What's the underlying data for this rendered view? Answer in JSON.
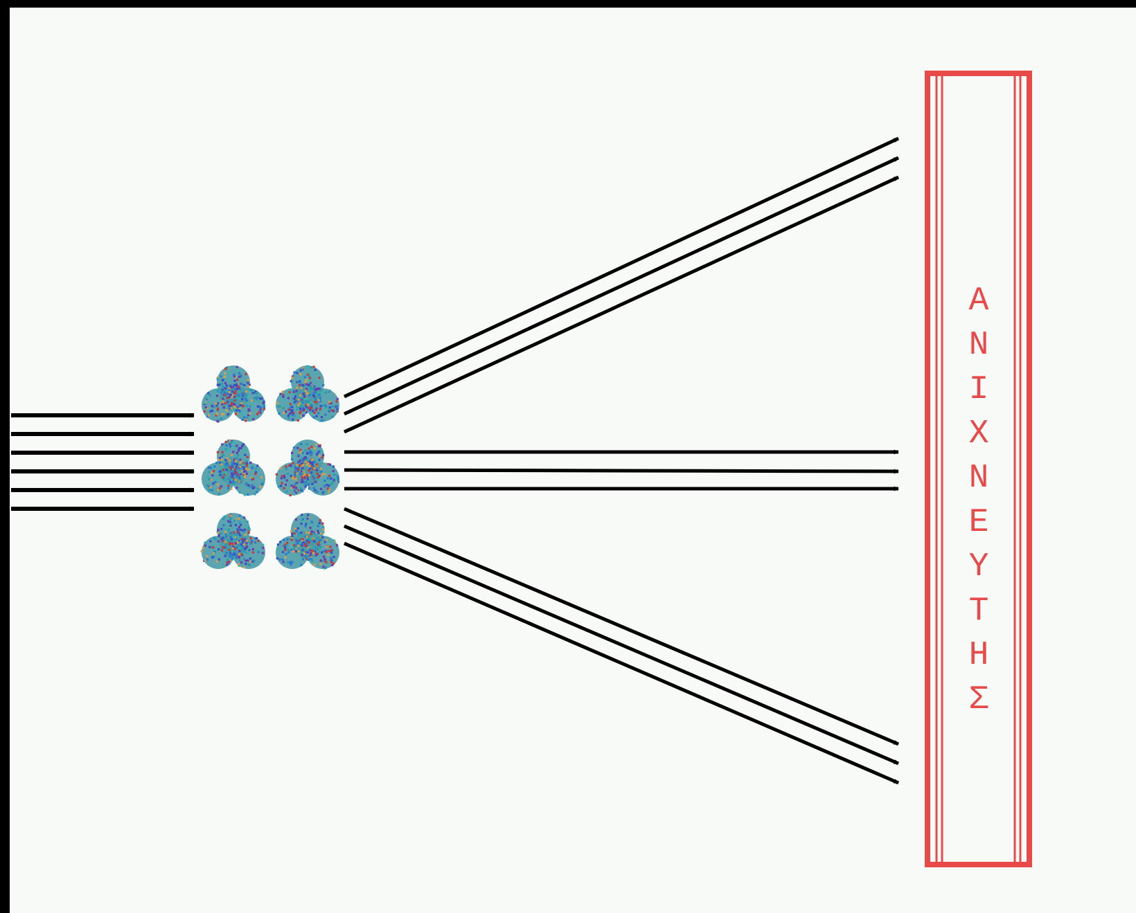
{
  "detector": {
    "label": "ΑΝΙΧΝΕΥΤΗΣ",
    "color": "#e84a4a"
  },
  "colors": {
    "background": "#f8faf8",
    "border": "#000000",
    "arrow": "#000000",
    "sample_palette": [
      "#2a9ab0",
      "#c83a3a",
      "#3a4ec8",
      "#3fb0a8",
      "#d6a04a",
      "#6a3ab0",
      "#2a7ad0"
    ]
  },
  "incident_beam": {
    "arrow_count": 6
  },
  "sample": {
    "particle_count": 6,
    "icon": "cluster-particle-icon"
  },
  "scattered_beams": [
    {
      "direction": "upper",
      "arrow_count": 3
    },
    {
      "direction": "straight",
      "arrow_count": 3
    },
    {
      "direction": "lower",
      "arrow_count": 3
    }
  ]
}
